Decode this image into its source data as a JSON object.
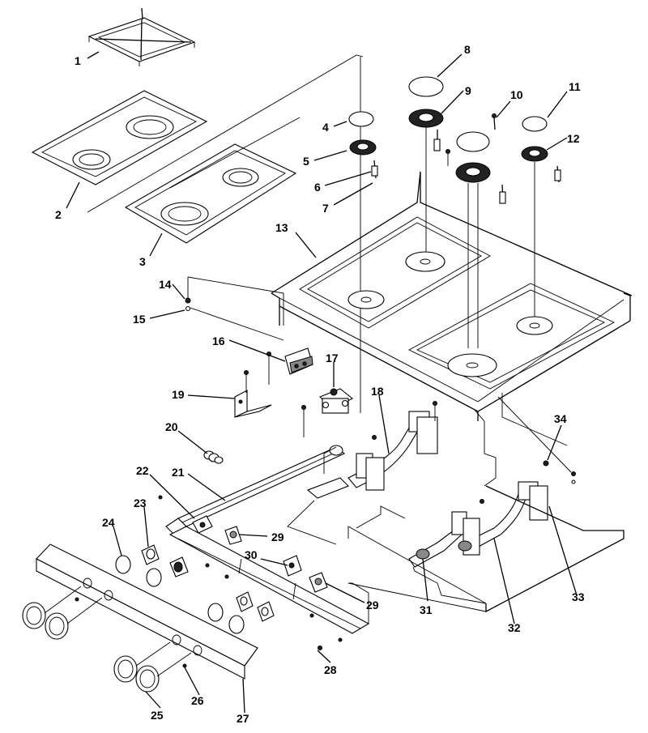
{
  "callouts": [
    "1",
    "2",
    "3",
    "4",
    "5",
    "6",
    "7",
    "8",
    "9",
    "10",
    "11",
    "12",
    "13",
    "14",
    "15",
    "16",
    "17",
    "18",
    "19",
    "20",
    "21",
    "22",
    "23",
    "24",
    "25",
    "26",
    "27",
    "28",
    "29",
    "29",
    "30",
    "31",
    "32",
    "33",
    "34"
  ]
}
